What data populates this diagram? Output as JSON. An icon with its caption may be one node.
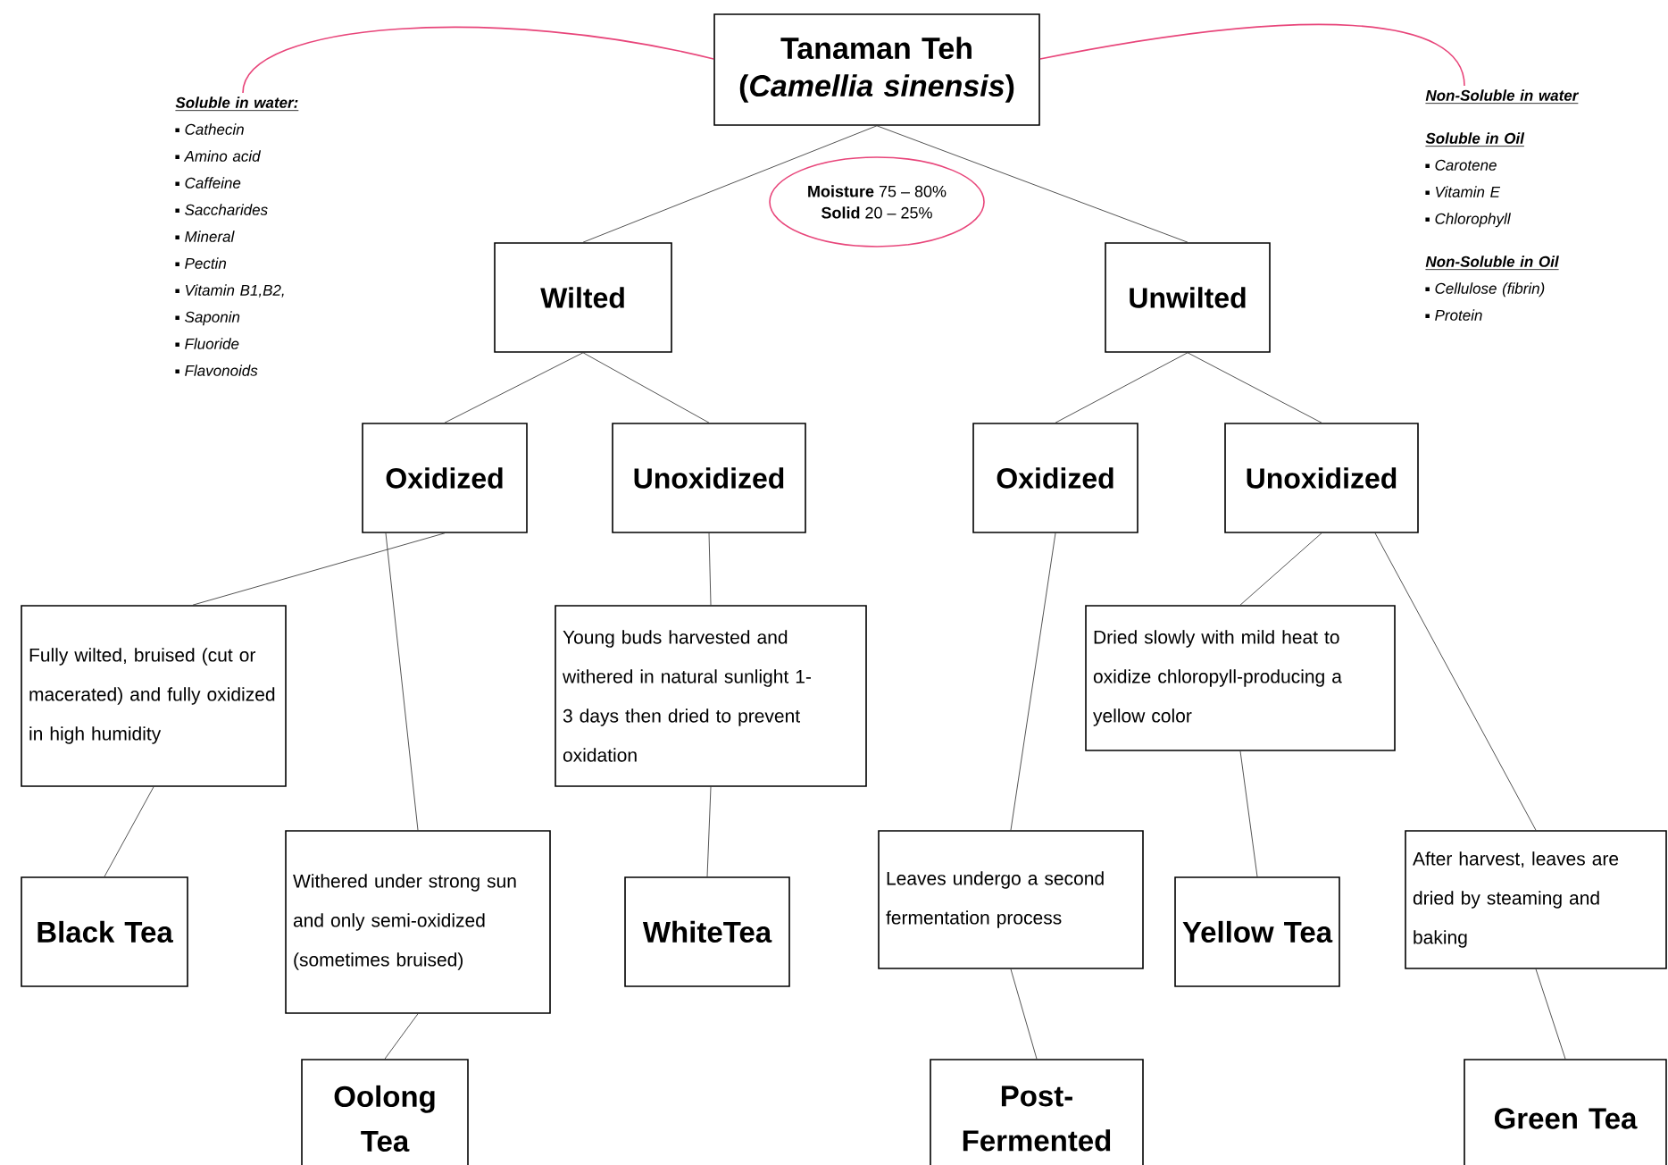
{
  "diagram": {
    "nodes": [
      {
        "text": [
          "Tanaman Teh (*Camellia sinensis*)"
        ]
      },
      {
        "text": [
          "Soluble in water:",
          "Cathecin",
          "Amino acid",
          "Caffeine",
          "Saccharides",
          "Mineral",
          "Pectin",
          "Vitamin B1,B2,",
          "Saponin",
          "Fluoride",
          "Flavonoids"
        ]
      },
      {
        "text": [
          "Non-Soluble in water",
          "Soluble in Oil",
          "Carotene",
          "Vitamin E",
          "Chlorophyll",
          "Non-Soluble in Oil",
          "Cellulose (fibrin)",
          "Protein"
        ]
      },
      {
        "text": [
          "**Moisture** 75 – 80%",
          "**Solid** 20 – 25%"
        ]
      },
      {
        "text": [
          "Wilted"
        ]
      },
      {
        "text": [
          "Unwilted"
        ]
      },
      {
        "text": [
          "Oxidized"
        ]
      },
      {
        "text": [
          "Unoxidized"
        ]
      },
      {
        "text": [
          "Oxidized"
        ]
      },
      {
        "text": [
          "Unoxidized"
        ]
      },
      {
        "text": [
          "Fully wilted, bruised (cut or macerated) and fully oxidized in high humidity"
        ]
      },
      {
        "text": [
          "Black Tea"
        ]
      },
      {
        "text": [
          "Withered under strong sun and only semi-oxidized (sometimes bruised)"
        ]
      },
      {
        "text": [
          "Oolong Tea"
        ]
      },
      {
        "text": [
          "Young buds harvested and withered in natural sunlight 1-3 days then dried to prevent oxidation"
        ]
      },
      {
        "text": [
          "WhiteTea"
        ]
      },
      {
        "text": [
          "Leaves undergo a second fermentation process"
        ]
      },
      {
        "text": [
          "Post-Fermented"
        ]
      },
      {
        "text": [
          "Dried slowly with mild heat to oxidize chloropyll-producing  a yellow color"
        ]
      },
      {
        "text": [
          "Yellow Tea"
        ]
      },
      {
        "text": [
          "After harvest, leaves are dried by steaming and baking"
        ]
      },
      {
        "text": [
          "Green Tea"
        ]
      }
    ],
    "edges": [
      {
        "from": 0,
        "to": 1,
        "arrow": "none",
        "color": "#e8457a"
      },
      {
        "from": 0,
        "to": 2,
        "arrow": "none",
        "color": "#e8457a"
      },
      {
        "from": 0,
        "to": 4,
        "arrow": "none"
      },
      {
        "from": 0,
        "to": 5,
        "arrow": "none"
      },
      {
        "from": 4,
        "to": 6,
        "arrow": "none"
      },
      {
        "from": 4,
        "to": 7,
        "arrow": "none"
      },
      {
        "from": 5,
        "to": 8,
        "arrow": "none"
      },
      {
        "from": 5,
        "to": 9,
        "arrow": "none"
      },
      {
        "from": 6,
        "to": 10,
        "arrow": "none"
      },
      {
        "from": 6,
        "to": 12,
        "arrow": "none"
      },
      {
        "from": 10,
        "to": 11,
        "arrow": "none"
      },
      {
        "from": 12,
        "to": 13,
        "arrow": "none"
      },
      {
        "from": 7,
        "to": 14,
        "arrow": "none"
      },
      {
        "from": 14,
        "to": 15,
        "arrow": "none"
      },
      {
        "from": 8,
        "to": 16,
        "arrow": "none"
      },
      {
        "from": 16,
        "to": 17,
        "arrow": "none"
      },
      {
        "from": 9,
        "to": 18,
        "arrow": "none"
      },
      {
        "from": 9,
        "to": 20,
        "arrow": "none"
      },
      {
        "from": 18,
        "to": 19,
        "arrow": "none"
      },
      {
        "from": 20,
        "to": 21,
        "arrow": "none"
      }
    ]
  }
}
